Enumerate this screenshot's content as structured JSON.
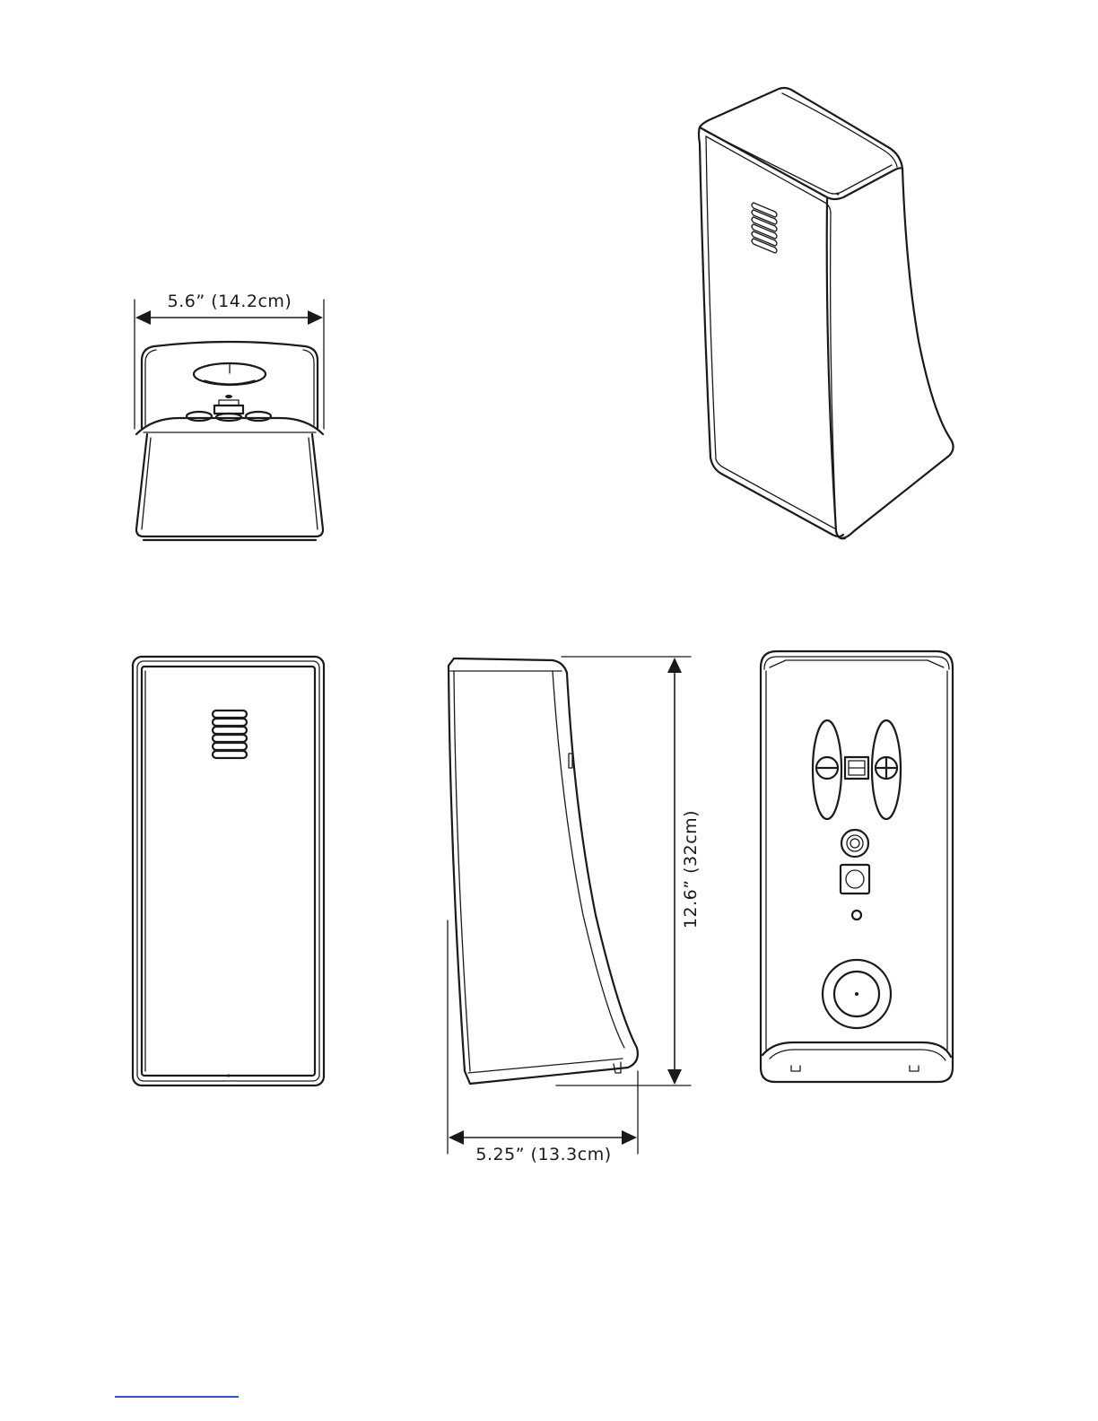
{
  "dimensions": {
    "width_label": "5.6” (14.2cm)",
    "depth_label": "5.25” (13.3cm)",
    "height_label": "12.6” (32cm)"
  },
  "colors": {
    "line": "#1a1a1a",
    "footer_rule": "#3a52c8"
  }
}
